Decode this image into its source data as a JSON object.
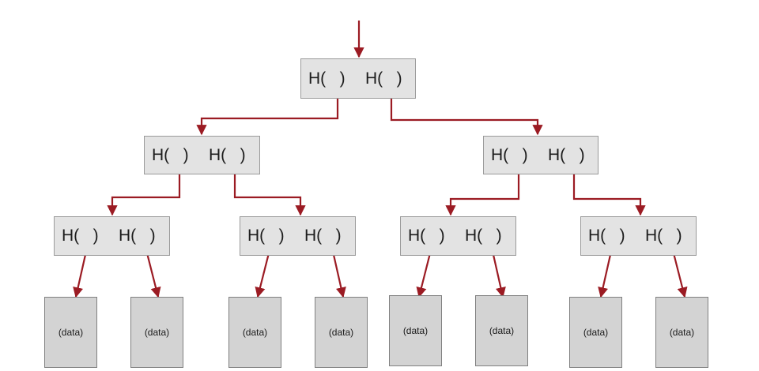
{
  "diagram": {
    "title": "Merkle tree of hash pointers",
    "hash_label": "H(   )",
    "data_label": "(data)",
    "arrow_color": "#9b1b23",
    "node_fill": "#e3e3e3",
    "data_fill": "#d3d3d3",
    "levels": [
      "root",
      "level-1",
      "level-2",
      "data"
    ],
    "leaf_count": 8
  }
}
